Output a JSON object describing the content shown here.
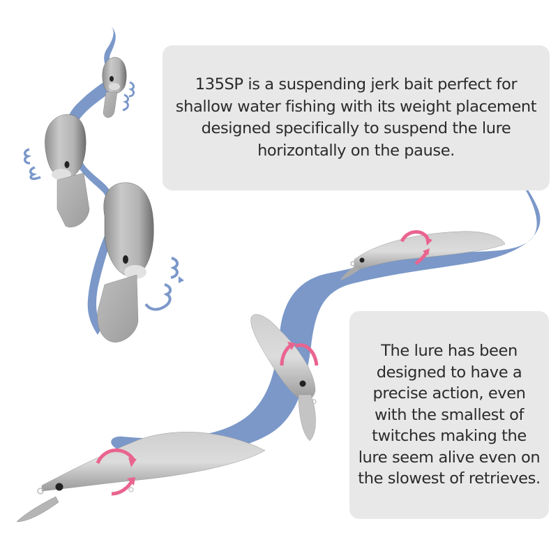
{
  "colors": {
    "background": "#ffffff",
    "callout_bg": "#e8e8e8",
    "text": "#2b2b2b",
    "water_trail": "#7b98c9",
    "lure_body": "#c4c4c4",
    "rotation_arrow": "#e9648f"
  },
  "callouts": {
    "top": {
      "text": "135SP is a suspending jerk bait perfect for shallow water fishing with its weight placement designed specifically to suspend the lure horizontally on the pause."
    },
    "bottom": {
      "text": "The lure has been designed to have a precise action, even with the smallest of twitches making the lure seem alive even on the slowest of retrieves."
    }
  },
  "illustration": {
    "left_group": {
      "lure_count": 3,
      "view": "head-on",
      "icon": "wobble-lure-icon"
    },
    "right_group": {
      "lure_count": 3,
      "view": "side",
      "icon": "roll-lure-icon"
    }
  }
}
